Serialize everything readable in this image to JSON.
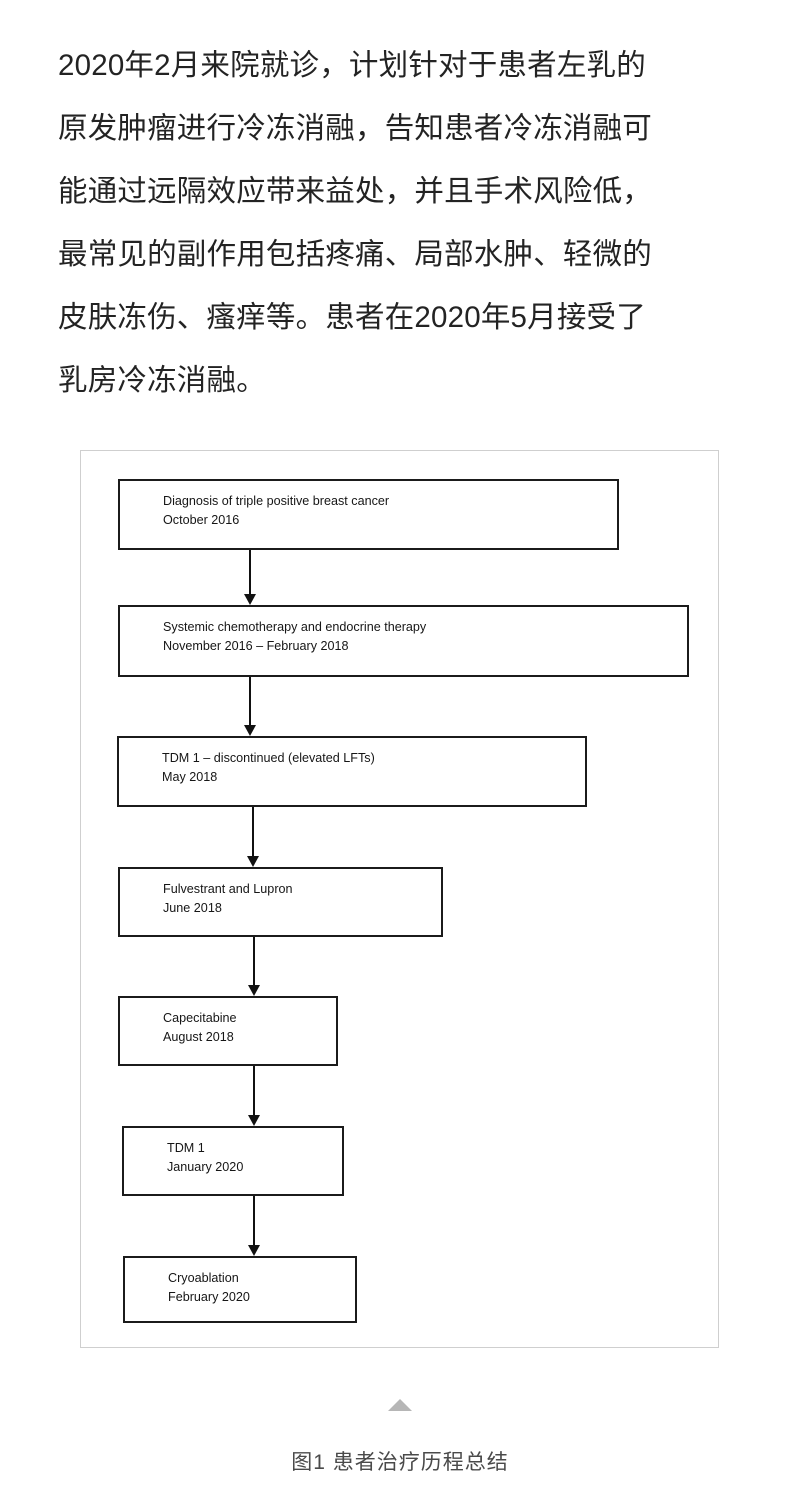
{
  "article": {
    "paragraph": "2020年2月来院就诊，计划针对于患者左乳的\n原发肿瘤进行冷冻消融，告知患者冷冻消融可\n能通过远隔效应带来益处，并且手术风险低，\n最常见的副作用包括疼痛、局部水肿、轻微的\n皮肤冻伤、瘙痒等。患者在2020年5月接受了\n乳房冷冻消融。"
  },
  "figure": {
    "caption": "图1  患者治疗历程总结",
    "collapse_icon": "triangle-up-icon",
    "border_color": "#cfcfcf"
  },
  "chart_data": {
    "type": "diagram",
    "title": "图1  患者治疗历程总结",
    "subtype": "vertical-flowchart",
    "node_border_color": "#1b1b1b",
    "arrow_color": "#111111",
    "nodes": [
      {
        "id": "n1",
        "title": "Diagnosis of triple positive breast cancer",
        "date": "October 2016"
      },
      {
        "id": "n2",
        "title": "Systemic chemotherapy and endocrine therapy",
        "date": "November 2016 – February 2018"
      },
      {
        "id": "n3",
        "title": "TDM 1 – discontinued (elevated LFTs)",
        "date": "May 2018"
      },
      {
        "id": "n4",
        "title": "Fulvestrant and Lupron",
        "date": "June 2018"
      },
      {
        "id": "n5",
        "title": "Capecitabine",
        "date": "August 2018"
      },
      {
        "id": "n6",
        "title": "TDM 1",
        "date": "January 2020"
      },
      {
        "id": "n7",
        "title": "Cryoablation",
        "date": "February 2020"
      }
    ],
    "edges": [
      {
        "from": "n1",
        "to": "n2"
      },
      {
        "from": "n2",
        "to": "n3"
      },
      {
        "from": "n3",
        "to": "n4"
      },
      {
        "from": "n4",
        "to": "n5"
      },
      {
        "from": "n5",
        "to": "n6"
      },
      {
        "from": "n6",
        "to": "n7"
      }
    ]
  }
}
